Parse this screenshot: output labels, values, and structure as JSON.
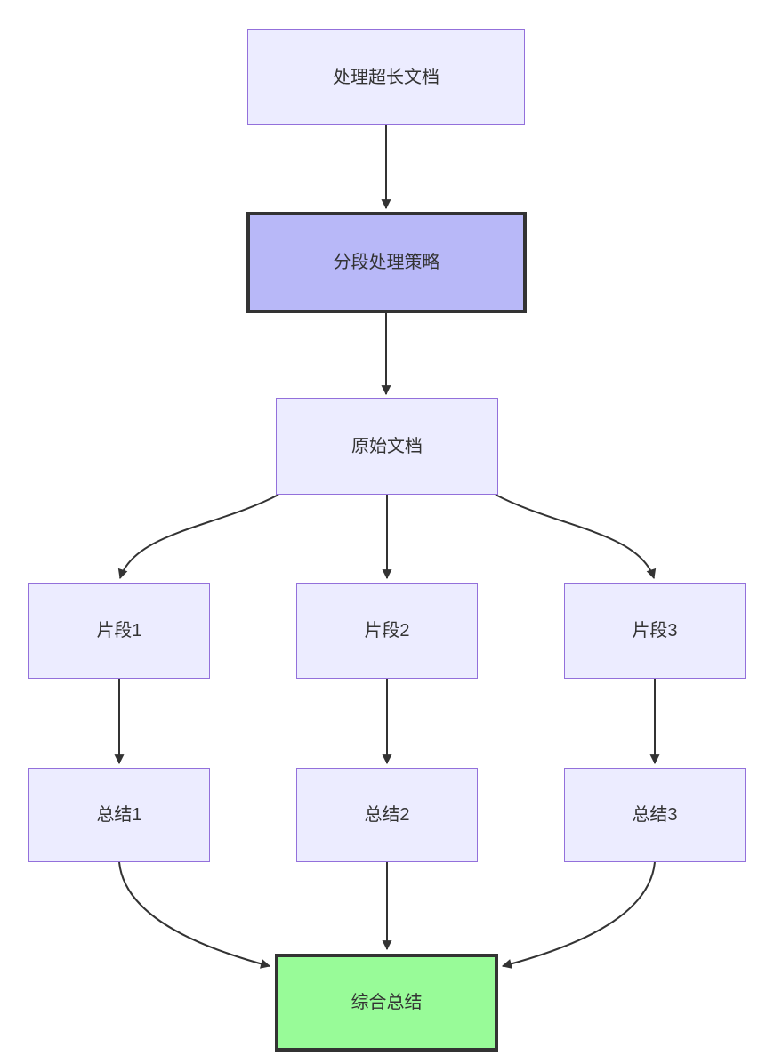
{
  "diagram": {
    "type": "flowchart",
    "direction": "top-down",
    "nodes": [
      {
        "id": "start",
        "label": "处理超长文档",
        "style": "default"
      },
      {
        "id": "strategy",
        "label": "分段处理策略",
        "style": "strategy-emphasis"
      },
      {
        "id": "doc",
        "label": "原始文档",
        "style": "default"
      },
      {
        "id": "frag1",
        "label": "片段1",
        "style": "default"
      },
      {
        "id": "frag2",
        "label": "片段2",
        "style": "default"
      },
      {
        "id": "frag3",
        "label": "片段3",
        "style": "default"
      },
      {
        "id": "sum1",
        "label": "总结1",
        "style": "default"
      },
      {
        "id": "sum2",
        "label": "总结2",
        "style": "default"
      },
      {
        "id": "sum3",
        "label": "总结3",
        "style": "default"
      },
      {
        "id": "final",
        "label": "综合总结",
        "style": "result-emphasis"
      }
    ],
    "edges": [
      {
        "from": "start",
        "to": "strategy"
      },
      {
        "from": "strategy",
        "to": "doc"
      },
      {
        "from": "doc",
        "to": "frag1"
      },
      {
        "from": "doc",
        "to": "frag2"
      },
      {
        "from": "doc",
        "to": "frag3"
      },
      {
        "from": "frag1",
        "to": "sum1"
      },
      {
        "from": "frag2",
        "to": "sum2"
      },
      {
        "from": "frag3",
        "to": "sum3"
      },
      {
        "from": "sum1",
        "to": "final"
      },
      {
        "from": "sum2",
        "to": "final"
      },
      {
        "from": "sum3",
        "to": "final"
      }
    ],
    "colors": {
      "node_fill": "#ECECFF",
      "node_border": "#9370DB",
      "strategy_fill": "#B8B8F8",
      "result_fill": "#98FB98",
      "emphasis_border": "#333333",
      "edge": "#333333",
      "text": "#333333",
      "background": "#FFFFFF"
    }
  }
}
